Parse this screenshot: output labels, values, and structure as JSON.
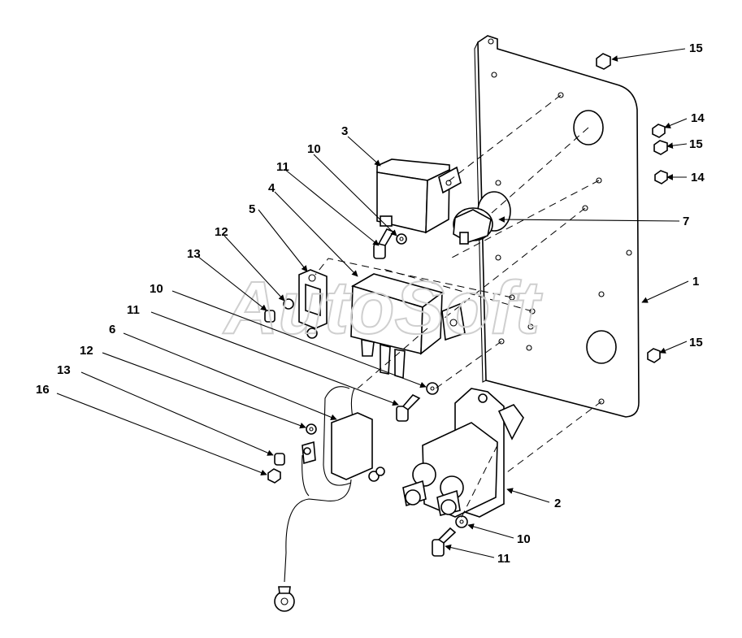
{
  "watermark": "AutoSoft",
  "callouts": [
    {
      "id": "c1",
      "label": "1"
    },
    {
      "id": "c2",
      "label": "2"
    },
    {
      "id": "c3",
      "label": "3"
    },
    {
      "id": "c4",
      "label": "4"
    },
    {
      "id": "c5",
      "label": "5"
    },
    {
      "id": "c6",
      "label": "6"
    },
    {
      "id": "c7",
      "label": "7"
    },
    {
      "id": "c10a",
      "label": "10"
    },
    {
      "id": "c10b",
      "label": "10"
    },
    {
      "id": "c10c",
      "label": "10"
    },
    {
      "id": "c11a",
      "label": "11"
    },
    {
      "id": "c11b",
      "label": "11"
    },
    {
      "id": "c11c",
      "label": "11"
    },
    {
      "id": "c12a",
      "label": "12"
    },
    {
      "id": "c12b",
      "label": "12"
    },
    {
      "id": "c13a",
      "label": "13"
    },
    {
      "id": "c13b",
      "label": "13"
    },
    {
      "id": "c14a",
      "label": "14"
    },
    {
      "id": "c14b",
      "label": "14"
    },
    {
      "id": "c15a",
      "label": "15"
    },
    {
      "id": "c15b",
      "label": "15"
    },
    {
      "id": "c15c",
      "label": "15"
    },
    {
      "id": "c16",
      "label": "16"
    }
  ]
}
